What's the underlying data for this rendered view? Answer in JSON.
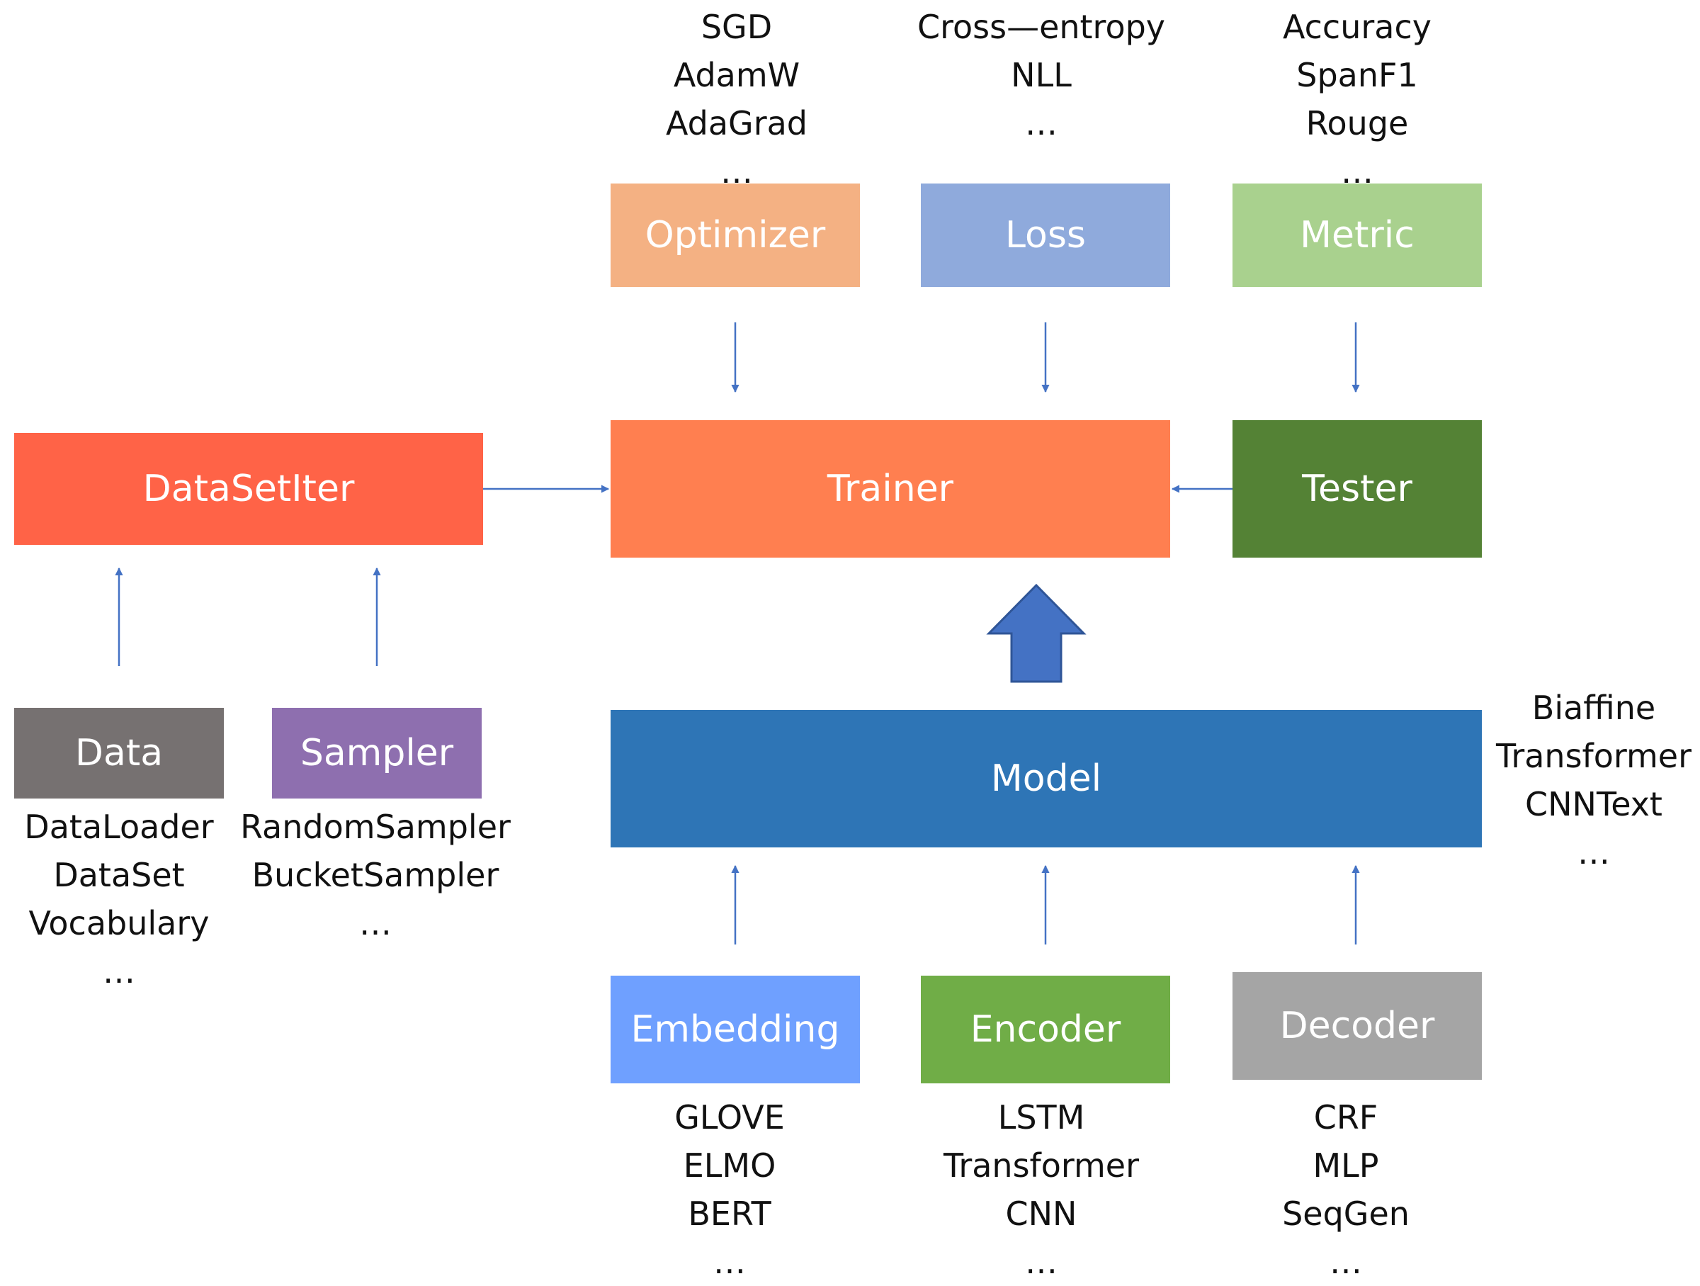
{
  "colors": {
    "optimizer": "#F4B183",
    "loss": "#8FAADC",
    "metric": "#A9D18E",
    "datasetiter": "#FF6347",
    "trainer": "#FF7F50",
    "tester": "#548235",
    "data": "#767171",
    "sampler": "#8E6FAF",
    "model": "#2E75B6",
    "embedding": "#6FA0FF",
    "encoder": "#70AD47",
    "decoder": "#A5A5A5",
    "arrow": "#4472C4",
    "big_arrow": "#4472C4"
  },
  "boxes": {
    "optimizer": "Optimizer",
    "loss": "Loss",
    "metric": "Metric",
    "datasetiter": "DataSetIter",
    "trainer": "Trainer",
    "tester": "Tester",
    "data": "Data",
    "sampler": "Sampler",
    "model": "Model",
    "embedding": "Embedding",
    "encoder": "Encoder",
    "decoder": "Decoder"
  },
  "lists": {
    "optimizer": [
      "SGD",
      "AdamW",
      "AdaGrad",
      "…"
    ],
    "loss": [
      "Cross—entropy",
      "NLL",
      "…"
    ],
    "metric": [
      "Accuracy",
      "SpanF1",
      "Rouge",
      "…"
    ],
    "data": [
      "DataLoader",
      "DataSet",
      "Vocabulary",
      "…"
    ],
    "sampler": [
      "RandomSampler",
      "BucketSampler",
      "…"
    ],
    "model": [
      "Biaffine",
      "Transformer",
      "CNNText",
      "…"
    ],
    "embedding": [
      "GLOVE",
      "ELMO",
      "BERT",
      "…"
    ],
    "encoder": [
      "LSTM",
      "Transformer",
      "CNN",
      "…"
    ],
    "decoder": [
      "CRF",
      "MLP",
      "SeqGen",
      "…"
    ]
  }
}
